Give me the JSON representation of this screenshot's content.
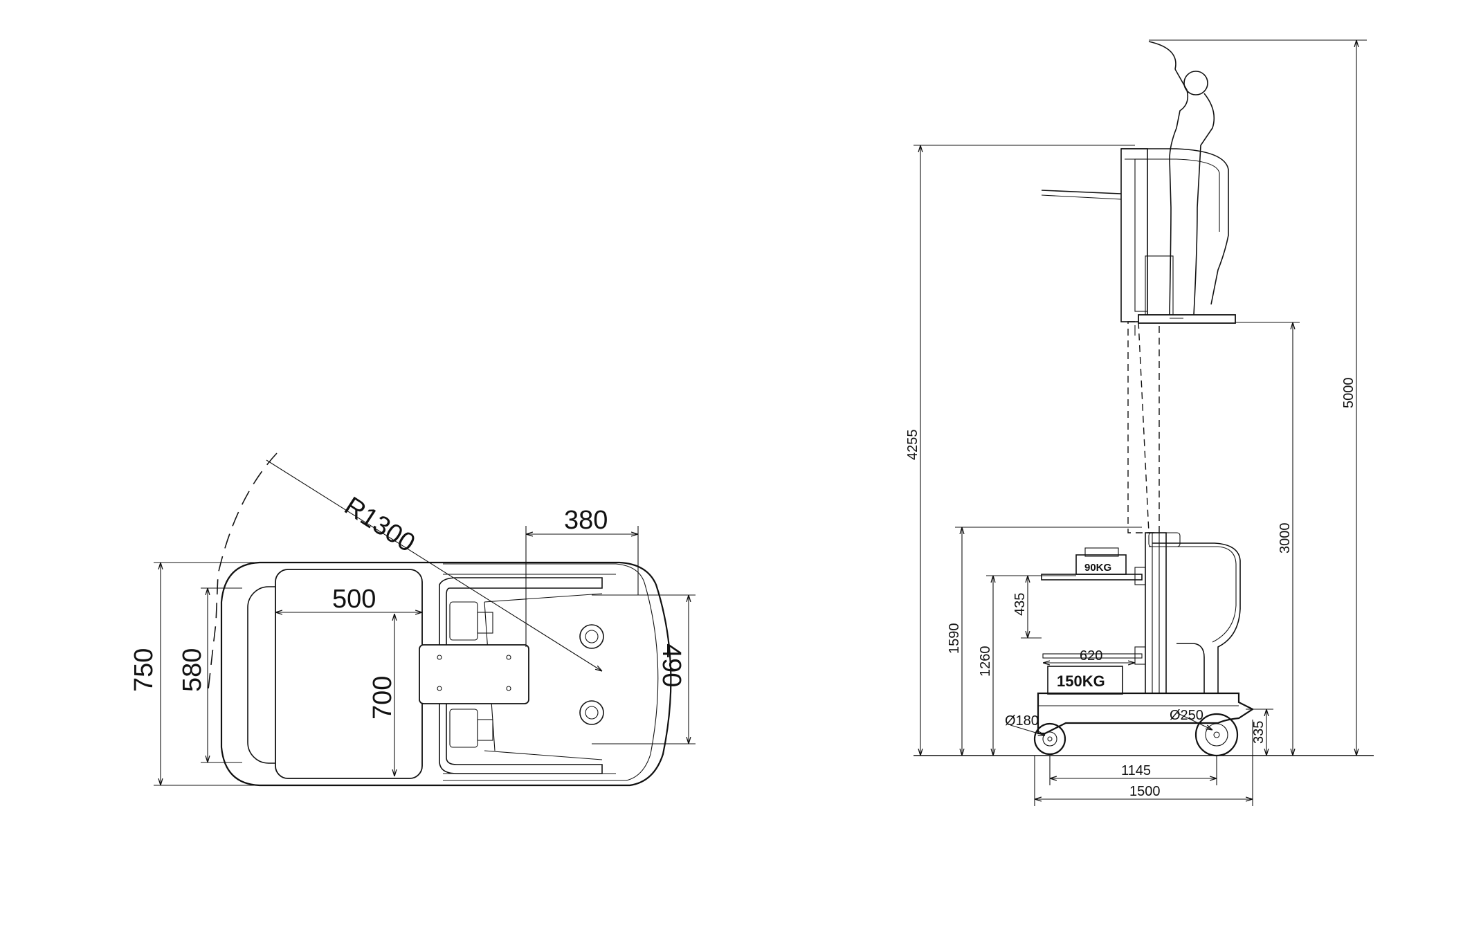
{
  "plan_view": {
    "dims": {
      "turning_radius": "R1300",
      "overall_width": "750",
      "track_width": "580",
      "platform_length": "500",
      "platform_width": "700",
      "front_offset": "380",
      "front_width": "490"
    }
  },
  "side_view": {
    "load_labels": {
      "upper_tray": "90KG",
      "lower_platform": "150KG"
    },
    "dims": {
      "max_working_height": "5000",
      "max_lift_height": "4255",
      "platform_height": "3000",
      "overall_height": "1590",
      "tray_height": "1260",
      "tray_depth": "435",
      "platform_length": "620",
      "rear_wheel": "Ø180",
      "front_wheel": "Ø250",
      "ground_clearance": "335",
      "wheelbase": "1145",
      "overall_length": "1500"
    }
  }
}
